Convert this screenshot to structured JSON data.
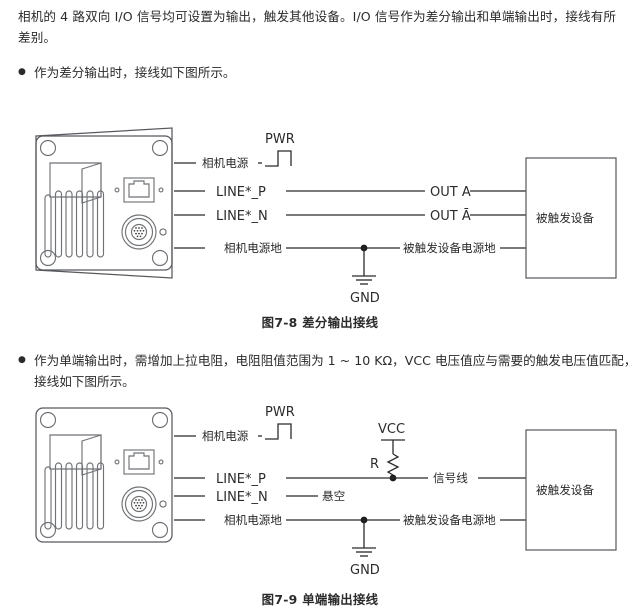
{
  "document": {
    "intro_paragraph": "相机的 4 路双向 I/O 信号均可设置为输出，触发其他设备。I/O 信号作为差分输出和单端输出时，接线有所差别。",
    "bullet_differential": "作为差分输出时，接线如下图所示。",
    "bullet_single_ended": "作为单端输出时，需增加上拉电阻，电阻阻值范围为 1 ~ 10 KΩ，VCC 电压值应与需要的触发电压值匹配，接线如下图所示。"
  },
  "figure_differential": {
    "caption": "图7-8  差分输出接线",
    "camera_labels": {
      "power": "相机电源",
      "line_p": "LINE*_P",
      "line_n": "LINE*_N",
      "power_ground": "相机电源地"
    },
    "signal_labels": {
      "pwr": "PWR",
      "out_a": "OUT A",
      "out_a_bar": "OUT Ā",
      "device_ground": "被触发设备电源地",
      "gnd": "GND"
    },
    "device_box_label": "被触发设备"
  },
  "figure_single_ended": {
    "caption": "图7-9  单端输出接线",
    "camera_labels": {
      "power": "相机电源",
      "line_p": "LINE*_P",
      "line_n": "LINE*_N",
      "power_ground": "相机电源地"
    },
    "signal_labels": {
      "pwr": "PWR",
      "vcc": "VCC",
      "resistor": "R",
      "signal_line": "信号线",
      "floating": "悬空",
      "device_ground": "被触发设备电源地",
      "gnd": "GND"
    },
    "device_box_label": "被触发设备"
  },
  "colors": {
    "text": "#2b2b2b",
    "wire": "#2b2b2b",
    "camera_outline": "#6f7276",
    "box_outline": "#54585c",
    "background": "#ffffff"
  }
}
